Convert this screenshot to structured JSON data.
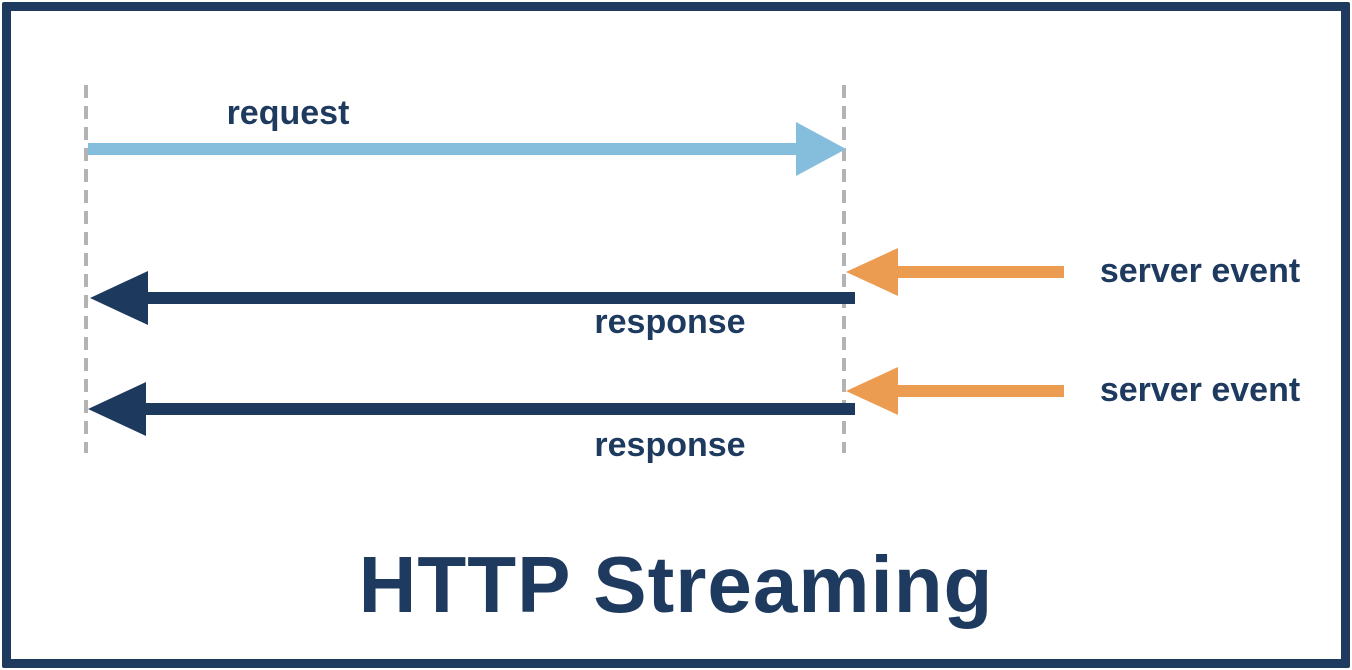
{
  "title": "HTTP Streaming",
  "colors": {
    "frame": "#1e3a5f",
    "navy_arrow": "#1d3a5e",
    "blue_arrow": "#85bedd",
    "orange_arrow": "#ec9c51",
    "lifeline_gray": "#b3b3b3",
    "label_text": "#1e3a5f",
    "background": "#ffffff"
  },
  "diagram": {
    "type": "sequence",
    "lifelines": [
      {
        "id": "client",
        "style": "dashed"
      },
      {
        "id": "server",
        "style": "dashed"
      }
    ],
    "arrows": [
      {
        "id": "request",
        "label": "request",
        "direction": "right",
        "color": "blue"
      },
      {
        "id": "server-event-1",
        "label": "server event",
        "direction": "left",
        "color": "orange"
      },
      {
        "id": "response-1",
        "label": "response",
        "direction": "left",
        "color": "navy"
      },
      {
        "id": "server-event-2",
        "label": "server event",
        "direction": "left",
        "color": "orange"
      },
      {
        "id": "response-2",
        "label": "response",
        "direction": "left",
        "color": "navy"
      }
    ]
  }
}
